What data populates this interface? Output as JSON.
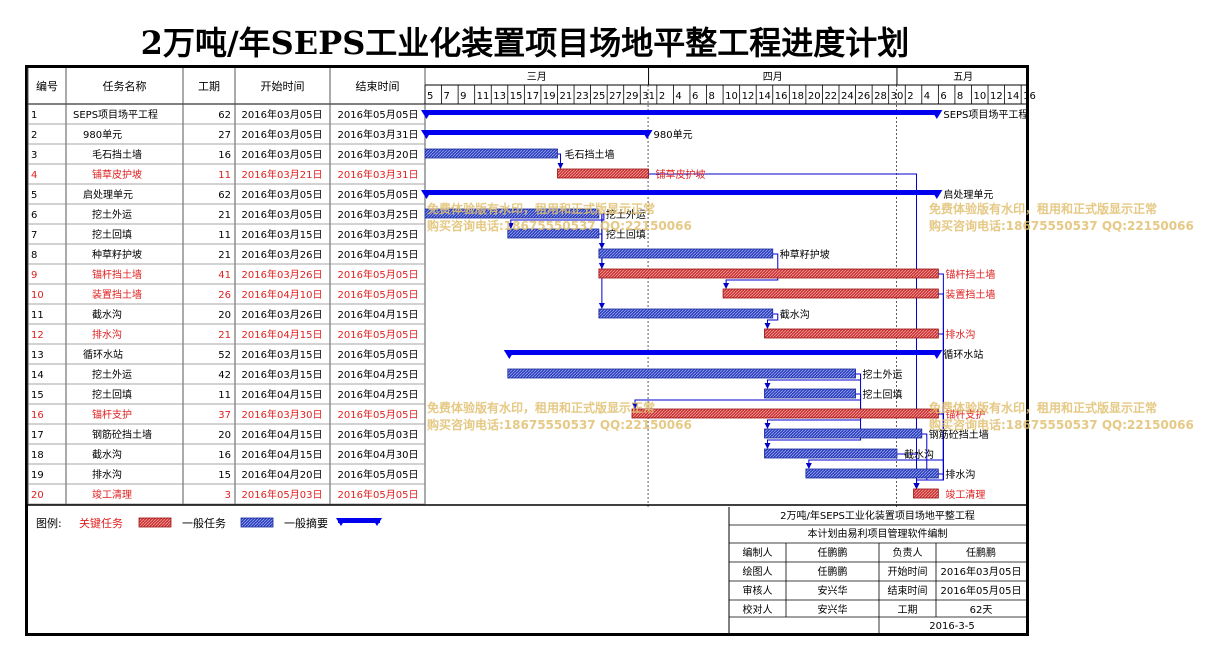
{
  "title": "2万吨/年SEPS工业化装置项目场地平整工程进度计划",
  "columns": {
    "id": "编号",
    "name": "任务名称",
    "dur": "工期",
    "start": "开始时间",
    "end": "结束时间"
  },
  "months": [
    "三月",
    "四月",
    "五月"
  ],
  "day_ticks": [
    "5",
    "7",
    "9",
    "11",
    "13",
    "15",
    "17",
    "19",
    "21",
    "23",
    "25",
    "27",
    "29",
    "31",
    "2",
    "4",
    "6",
    "8",
    "10",
    "12",
    "14",
    "16",
    "18",
    "20",
    "22",
    "24",
    "26",
    "28",
    "30",
    "2",
    "4",
    "6",
    "8",
    "10",
    "12",
    "14",
    "16"
  ],
  "tasks": [
    {
      "id": "1",
      "name": "SEPS项目场平工程",
      "dur": "62",
      "start": "2016年03月05日",
      "end": "2016年05月05日",
      "critical": false,
      "level": 0,
      "type": "summary",
      "label": "SEPS项目场平工程"
    },
    {
      "id": "2",
      "name": "980单元",
      "dur": "27",
      "start": "2016年03月05日",
      "end": "2016年03月31日",
      "critical": false,
      "level": 1,
      "type": "summary",
      "label": "980单元"
    },
    {
      "id": "3",
      "name": "毛石挡土墙",
      "dur": "16",
      "start": "2016年03月05日",
      "end": "2016年03月20日",
      "critical": false,
      "level": 2,
      "type": "task",
      "label": "毛石挡土墙"
    },
    {
      "id": "4",
      "name": "铺草皮护坡",
      "dur": "11",
      "start": "2016年03月21日",
      "end": "2016年03月31日",
      "critical": true,
      "level": 2,
      "type": "task",
      "label": "铺草皮护坡"
    },
    {
      "id": "5",
      "name": "启处理单元",
      "dur": "62",
      "start": "2016年03月05日",
      "end": "2016年05月05日",
      "critical": false,
      "level": 1,
      "type": "summary",
      "label": "启处理单元"
    },
    {
      "id": "6",
      "name": "挖土外运",
      "dur": "21",
      "start": "2016年03月05日",
      "end": "2016年03月25日",
      "critical": false,
      "level": 2,
      "type": "task",
      "label": "挖土外运"
    },
    {
      "id": "7",
      "name": "挖土回填",
      "dur": "11",
      "start": "2016年03月15日",
      "end": "2016年03月25日",
      "critical": false,
      "level": 2,
      "type": "task",
      "label": "挖土回填"
    },
    {
      "id": "8",
      "name": "种草籽护坡",
      "dur": "21",
      "start": "2016年03月26日",
      "end": "2016年04月15日",
      "critical": false,
      "level": 2,
      "type": "task",
      "label": "种草籽护坡"
    },
    {
      "id": "9",
      "name": "锚杆挡土墙",
      "dur": "41",
      "start": "2016年03月26日",
      "end": "2016年05月05日",
      "critical": true,
      "level": 2,
      "type": "task",
      "label": "锚杆挡土墙"
    },
    {
      "id": "10",
      "name": "装置挡土墙",
      "dur": "26",
      "start": "2016年04月10日",
      "end": "2016年05月05日",
      "critical": true,
      "level": 2,
      "type": "task",
      "label": "装置挡土墙"
    },
    {
      "id": "11",
      "name": "截水沟",
      "dur": "20",
      "start": "2016年03月26日",
      "end": "2016年04月15日",
      "critical": false,
      "level": 2,
      "type": "task",
      "label": "截水沟"
    },
    {
      "id": "12",
      "name": "排水沟",
      "dur": "21",
      "start": "2016年04月15日",
      "end": "2016年05月05日",
      "critical": true,
      "level": 2,
      "type": "task",
      "label": "排水沟"
    },
    {
      "id": "13",
      "name": "循环水站",
      "dur": "52",
      "start": "2016年03月15日",
      "end": "2016年05月05日",
      "critical": false,
      "level": 1,
      "type": "summary",
      "label": "循环水站"
    },
    {
      "id": "14",
      "name": "挖土外运",
      "dur": "42",
      "start": "2016年03月15日",
      "end": "2016年04月25日",
      "critical": false,
      "level": 2,
      "type": "task",
      "label": "挖土外运"
    },
    {
      "id": "15",
      "name": "挖土回填",
      "dur": "11",
      "start": "2016年04月15日",
      "end": "2016年04月25日",
      "critical": false,
      "level": 2,
      "type": "task",
      "label": "挖土回填"
    },
    {
      "id": "16",
      "name": "锚杆支护",
      "dur": "37",
      "start": "2016年03月30日",
      "end": "2016年05月05日",
      "critical": true,
      "level": 2,
      "type": "task",
      "label": "锚杆支护"
    },
    {
      "id": "17",
      "name": "钢筋砼挡土墙",
      "dur": "20",
      "start": "2016年04月15日",
      "end": "2016年05月03日",
      "critical": false,
      "level": 2,
      "type": "task",
      "label": "钢筋砼挡土墙"
    },
    {
      "id": "18",
      "name": "截水沟",
      "dur": "16",
      "start": "2016年04月15日",
      "end": "2016年04月30日",
      "critical": false,
      "level": 2,
      "type": "task",
      "label": "截水沟"
    },
    {
      "id": "19",
      "name": "排水沟",
      "dur": "15",
      "start": "2016年04月20日",
      "end": "2016年05月05日",
      "critical": false,
      "level": 2,
      "type": "task",
      "label": "排水沟"
    },
    {
      "id": "20",
      "name": "竣工清理",
      "dur": "3",
      "start": "2016年05月03日",
      "end": "2016年05月05日",
      "critical": true,
      "level": 2,
      "type": "task",
      "label": "竣工清理"
    }
  ],
  "links": [
    [
      "3",
      "4"
    ],
    [
      "6",
      "7"
    ],
    [
      "6",
      "8"
    ],
    [
      "6",
      "11"
    ],
    [
      "7",
      "9"
    ],
    [
      "8",
      "10"
    ],
    [
      "11",
      "12"
    ],
    [
      "14",
      "15"
    ],
    [
      "14",
      "16"
    ],
    [
      "15",
      "17"
    ],
    [
      "15",
      "18"
    ],
    [
      "16",
      "19"
    ],
    [
      "17",
      "20"
    ],
    [
      "18",
      "20"
    ],
    [
      "19",
      "20"
    ],
    [
      "9",
      "20"
    ],
    [
      "10",
      "20"
    ],
    [
      "12",
      "20"
    ],
    [
      "4",
      "20"
    ]
  ],
  "legend": {
    "label": "图例:",
    "critical": "关键任务",
    "normal": "一般任务",
    "summary": "一般摘要"
  },
  "info": {
    "project": "2万吨/年SEPS工业化装置项目场地平整工程",
    "compiled_by_software": "本计划由易利项目管理软件编制",
    "rows": [
      [
        "编制人",
        "任鹏鹏",
        "负责人",
        "任鹏鹏"
      ],
      [
        "绘图人",
        "任鹏鹏",
        "开始时间",
        "2016年03月05日"
      ],
      [
        "审核人",
        "安兴华",
        "结束时间",
        "2016年05月05日"
      ],
      [
        "校对人",
        "安兴华",
        "工期",
        "62天"
      ]
    ],
    "date": "2016-3-5"
  },
  "watermark": {
    "line1": "免费体验版有水印，租用和正式版显示正常",
    "line2": "购买咨询电话:18675550537 QQ:22150066"
  },
  "colors": {
    "critical": "#cc3333",
    "critical_text": "#e02020",
    "normal": "#2b3fbf",
    "summary": "#0000ee",
    "link": "#0000cc",
    "watermark": "#e0c070"
  },
  "chart_data": {
    "type": "gantt",
    "title": "2万吨/年SEPS工业化装置项目场地平整工程进度计划",
    "x_range": [
      "2016-03-05",
      "2016-05-17"
    ],
    "tasks": [
      {
        "id": "1",
        "name": "SEPS项目场平工程",
        "start": "2016-03-05",
        "end": "2016-05-05",
        "duration": 62,
        "kind": "summary"
      },
      {
        "id": "2",
        "name": "980单元",
        "start": "2016-03-05",
        "end": "2016-03-31",
        "duration": 27,
        "kind": "summary"
      },
      {
        "id": "3",
        "name": "毛石挡土墙",
        "start": "2016-03-05",
        "end": "2016-03-20",
        "duration": 16,
        "kind": "normal"
      },
      {
        "id": "4",
        "name": "铺草皮护坡",
        "start": "2016-03-21",
        "end": "2016-03-31",
        "duration": 11,
        "kind": "critical"
      },
      {
        "id": "5",
        "name": "启处理单元",
        "start": "2016-03-05",
        "end": "2016-05-05",
        "duration": 62,
        "kind": "summary"
      },
      {
        "id": "6",
        "name": "挖土外运",
        "start": "2016-03-05",
        "end": "2016-03-25",
        "duration": 21,
        "kind": "normal"
      },
      {
        "id": "7",
        "name": "挖土回填",
        "start": "2016-03-15",
        "end": "2016-03-25",
        "duration": 11,
        "kind": "normal"
      },
      {
        "id": "8",
        "name": "种草籽护坡",
        "start": "2016-03-26",
        "end": "2016-04-15",
        "duration": 21,
        "kind": "normal"
      },
      {
        "id": "9",
        "name": "锚杆挡土墙",
        "start": "2016-03-26",
        "end": "2016-05-05",
        "duration": 41,
        "kind": "critical"
      },
      {
        "id": "10",
        "name": "装置挡土墙",
        "start": "2016-04-10",
        "end": "2016-05-05",
        "duration": 26,
        "kind": "critical"
      },
      {
        "id": "11",
        "name": "截水沟",
        "start": "2016-03-26",
        "end": "2016-04-15",
        "duration": 20,
        "kind": "normal"
      },
      {
        "id": "12",
        "name": "排水沟",
        "start": "2016-04-15",
        "end": "2016-05-05",
        "duration": 21,
        "kind": "critical"
      },
      {
        "id": "13",
        "name": "循环水站",
        "start": "2016-03-15",
        "end": "2016-05-05",
        "duration": 52,
        "kind": "summary"
      },
      {
        "id": "14",
        "name": "挖土外运",
        "start": "2016-03-15",
        "end": "2016-04-25",
        "duration": 42,
        "kind": "normal"
      },
      {
        "id": "15",
        "name": "挖土回填",
        "start": "2016-04-15",
        "end": "2016-04-25",
        "duration": 11,
        "kind": "normal"
      },
      {
        "id": "16",
        "name": "锚杆支护",
        "start": "2016-03-30",
        "end": "2016-05-05",
        "duration": 37,
        "kind": "critical"
      },
      {
        "id": "17",
        "name": "钢筋砼挡土墙",
        "start": "2016-04-15",
        "end": "2016-05-03",
        "duration": 20,
        "kind": "normal"
      },
      {
        "id": "18",
        "name": "截水沟",
        "start": "2016-04-15",
        "end": "2016-04-30",
        "duration": 16,
        "kind": "normal"
      },
      {
        "id": "19",
        "name": "排水沟",
        "start": "2016-04-20",
        "end": "2016-05-05",
        "duration": 15,
        "kind": "normal"
      },
      {
        "id": "20",
        "name": "竣工清理",
        "start": "2016-05-03",
        "end": "2016-05-05",
        "duration": 3,
        "kind": "critical"
      }
    ]
  }
}
